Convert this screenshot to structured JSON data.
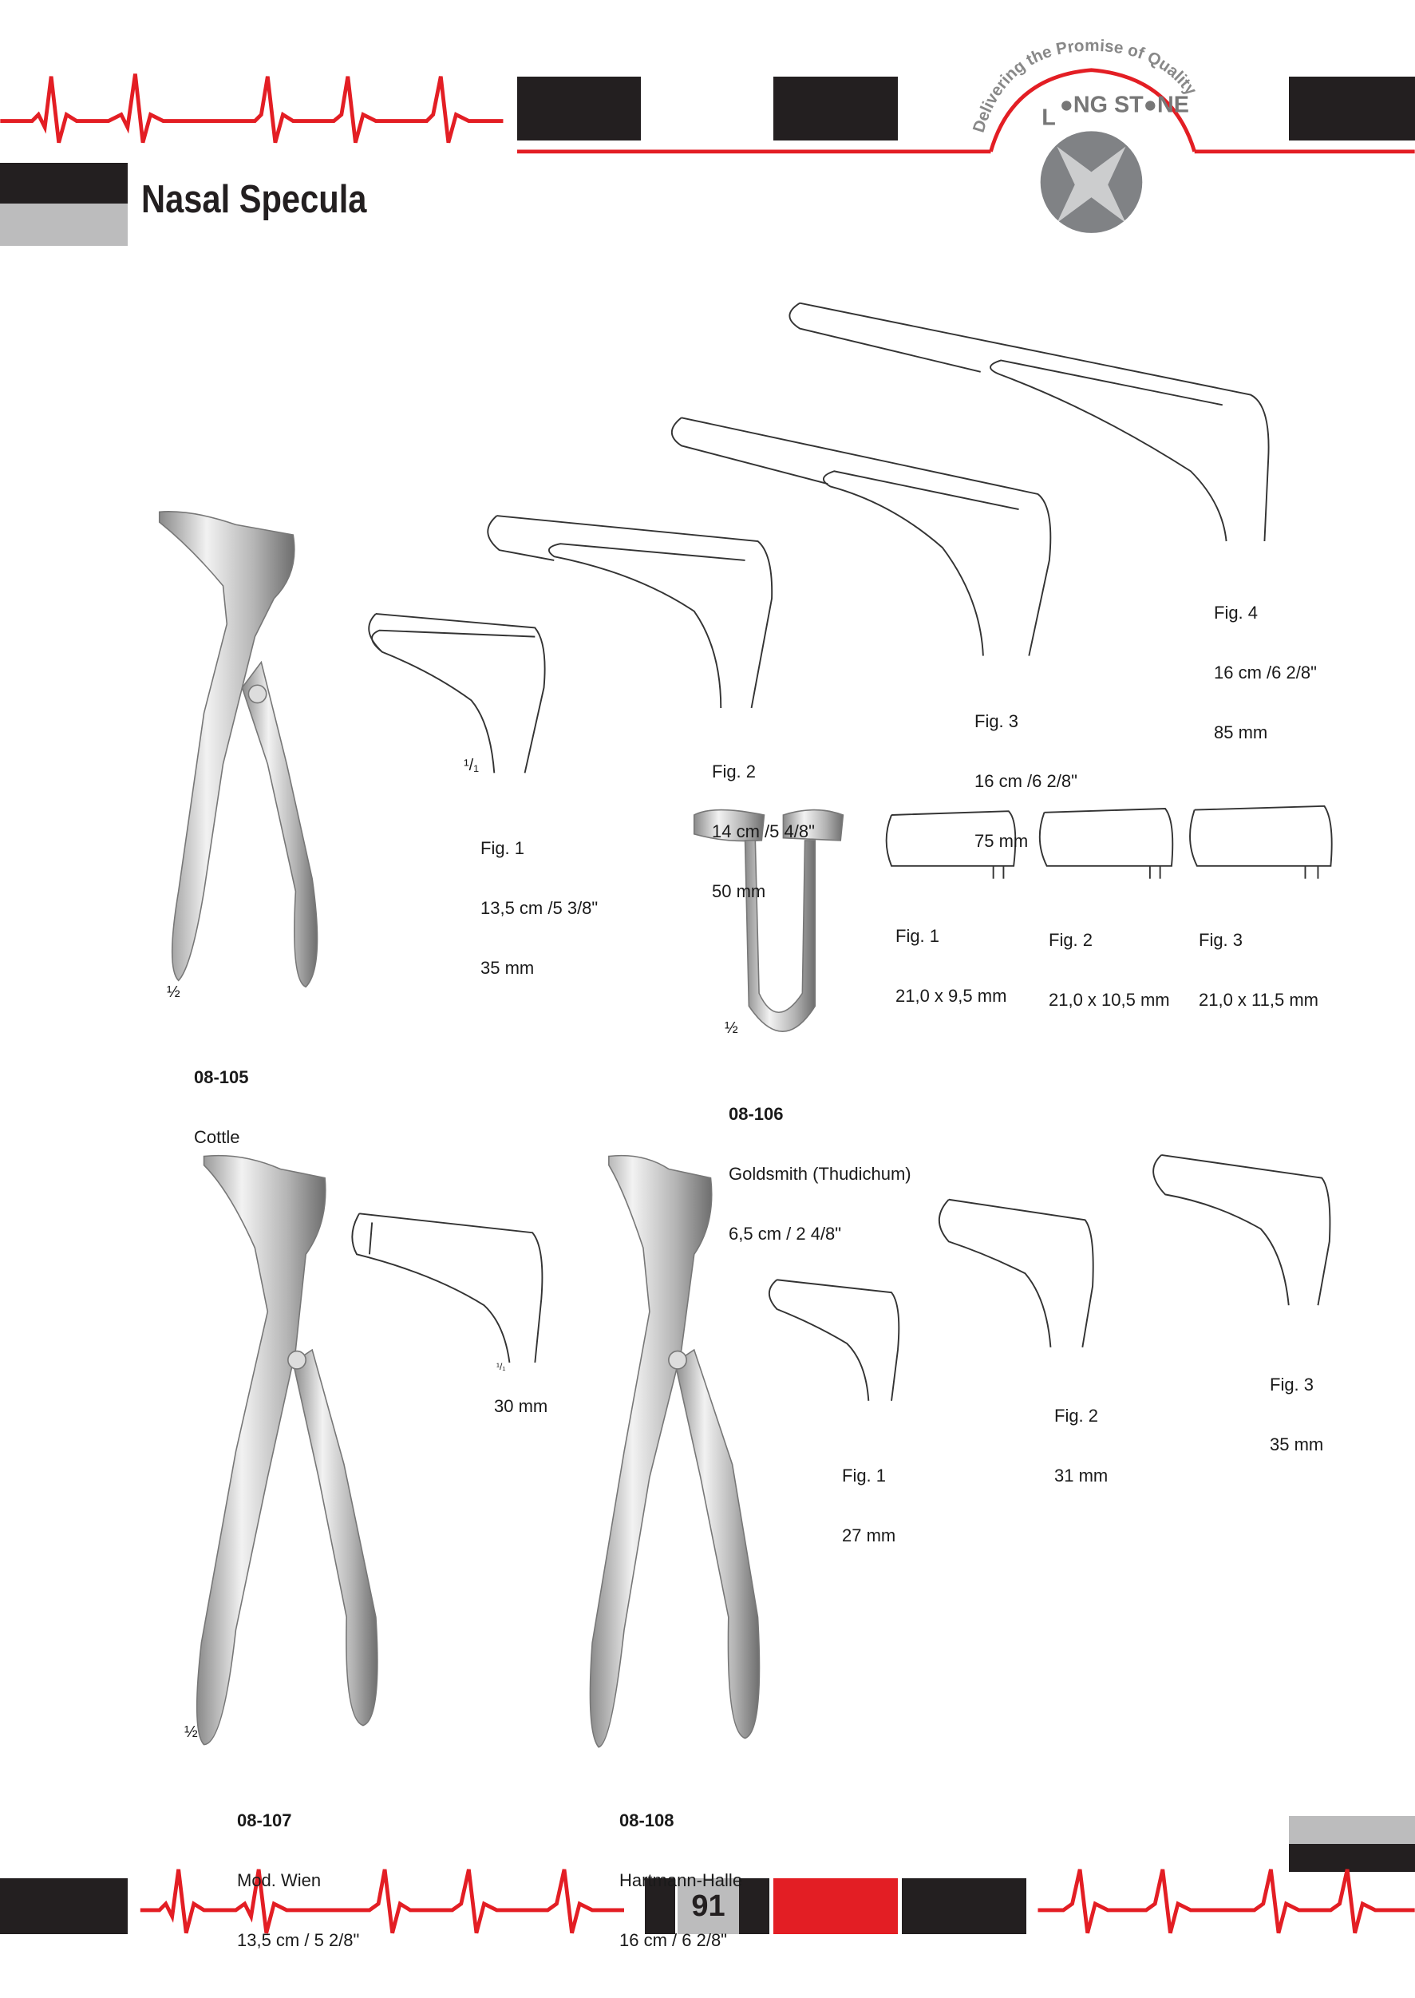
{
  "header": {
    "title": "Nasal Specula",
    "logo": {
      "brand": "LONG STONE",
      "tagline": "Delivering the Promise of Quality"
    }
  },
  "colors": {
    "accent_red": "#e31e24",
    "dark": "#231f20",
    "gray": "#bcbcbd"
  },
  "products": [
    {
      "code": "08-105",
      "name": "Cottle",
      "scale": "½",
      "blades": [
        {
          "fig": "Fig. 1",
          "size": "13,5 cm /5 3/8\"",
          "length": "35 mm",
          "scale": "¹/₁"
        },
        {
          "fig": "Fig. 2",
          "size": "14 cm /5 4/8\"",
          "length": "50 mm"
        },
        {
          "fig": "Fig. 3",
          "size": "16 cm /6 2/8\"",
          "length": "75 mm"
        },
        {
          "fig": "Fig. 4",
          "size": "16 cm /6 2/8\"",
          "length": "85 mm"
        }
      ]
    },
    {
      "code": "08-106",
      "name": "Goldsmith (Thudichum)",
      "size": "6,5 cm / 2 4/8\"",
      "scale": "½",
      "blades": [
        {
          "fig": "Fig. 1",
          "size": "21,0 x 9,5 mm"
        },
        {
          "fig": "Fig. 2",
          "size": "21,0 x 10,5 mm"
        },
        {
          "fig": "Fig. 3",
          "size": "21,0 x 11,5 mm"
        }
      ]
    },
    {
      "code": "08-107",
      "name": "Mod. Wien",
      "size": "13,5 cm / 5 2/8\"",
      "scale": "½",
      "blade": {
        "length": "30 mm",
        "scale": "¹/₁"
      }
    },
    {
      "code": "08-108",
      "name": "Hartmann-Halle",
      "size": "16 cm / 6 2/8\"",
      "blades": [
        {
          "fig": "Fig. 1",
          "length": "27 mm"
        },
        {
          "fig": "Fig. 2",
          "length": "31 mm"
        },
        {
          "fig": "Fig. 3",
          "length": "35 mm"
        }
      ]
    }
  ],
  "footer": {
    "page_number": "91"
  }
}
